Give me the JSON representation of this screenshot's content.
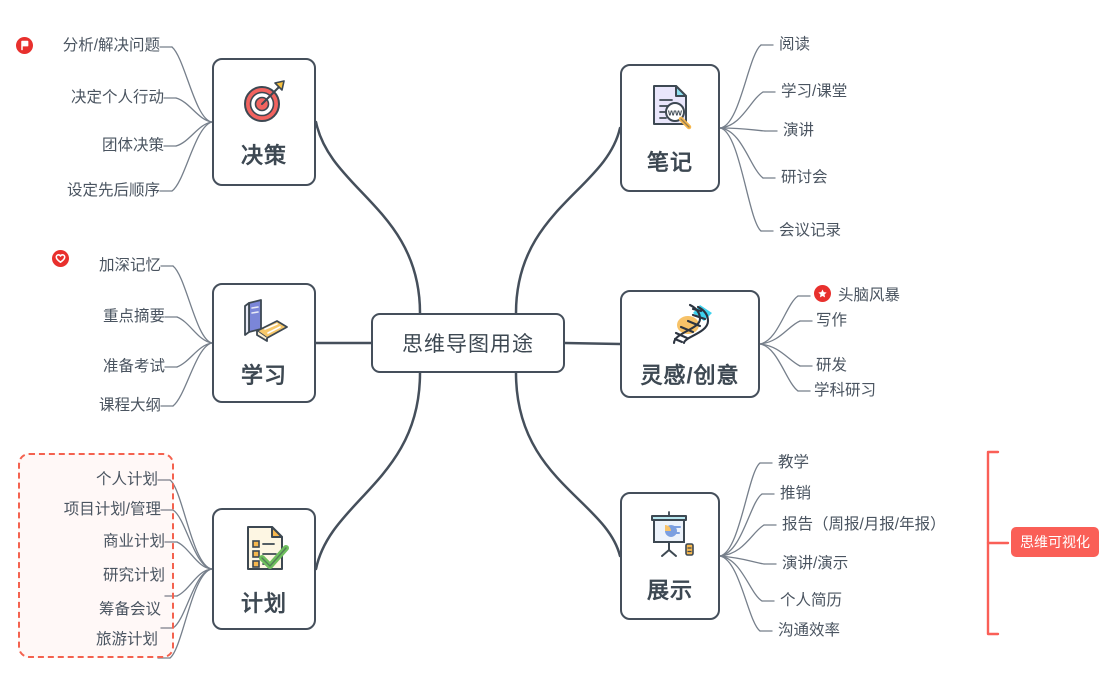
{
  "center": {
    "label": "思维导图用途"
  },
  "branches": [
    {
      "id": "decision",
      "label": "决策",
      "icon": "target-icon",
      "side": "left",
      "leaves": [
        {
          "text": "分析/解决问题",
          "badge": "flag-badge-icon"
        },
        {
          "text": "决定个人行动"
        },
        {
          "text": "团体决策"
        },
        {
          "text": "设定先后顺序"
        }
      ]
    },
    {
      "id": "study",
      "label": "学习",
      "icon": "books-icon",
      "side": "left",
      "leaves": [
        {
          "text": "加深记忆",
          "badge": "heart-badge-icon"
        },
        {
          "text": "重点摘要"
        },
        {
          "text": "准备考试"
        },
        {
          "text": "课程大纲"
        }
      ]
    },
    {
      "id": "plan",
      "label": "计划",
      "icon": "checklist-icon",
      "side": "left",
      "grouped": true,
      "leaves": [
        {
          "text": "个人计划"
        },
        {
          "text": "项目计划/管理"
        },
        {
          "text": "商业计划"
        },
        {
          "text": "研究计划"
        },
        {
          "text": "筹备会议"
        },
        {
          "text": "旅游计划"
        }
      ]
    },
    {
      "id": "note",
      "label": "笔记",
      "icon": "document-search-icon",
      "side": "right",
      "leaves": [
        {
          "text": "阅读"
        },
        {
          "text": "学习/课堂"
        },
        {
          "text": "演讲"
        },
        {
          "text": "研讨会"
        },
        {
          "text": "会议记录"
        }
      ]
    },
    {
      "id": "idea",
      "label": "灵感/创意",
      "icon": "dna-icon",
      "side": "right",
      "leaves": [
        {
          "text": "头脑风暴",
          "badge": "star-badge-icon"
        },
        {
          "text": "写作"
        },
        {
          "text": "研发"
        },
        {
          "text": "学科研习"
        }
      ]
    },
    {
      "id": "show",
      "label": "展示",
      "icon": "presentation-icon",
      "side": "right",
      "bracket": true,
      "leaves": [
        {
          "text": "教学"
        },
        {
          "text": "推销"
        },
        {
          "text": "报告（周报/月报/年报）"
        },
        {
          "text": "演讲/演示"
        },
        {
          "text": "个人简历"
        },
        {
          "text": "沟通效率"
        }
      ]
    }
  ],
  "summary": {
    "label": "思维可视化"
  },
  "colors": {
    "stroke": "#454f5b",
    "thin_stroke": "#767f8b",
    "text": "#4a5460",
    "accent_red": "#e8302d",
    "accent_coral": "#fa5f57",
    "dashed_border": "#f4624f"
  }
}
